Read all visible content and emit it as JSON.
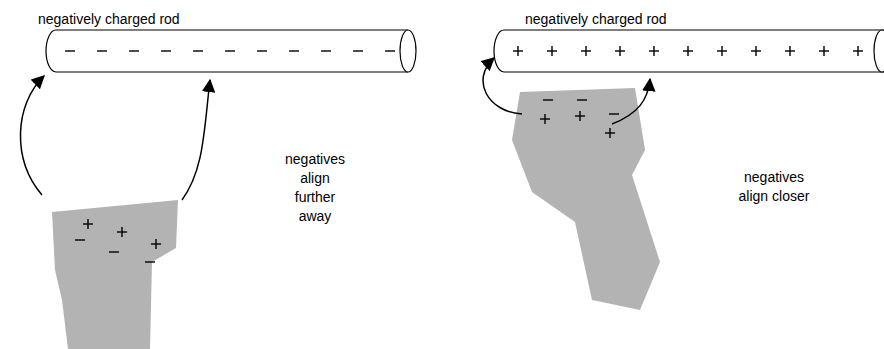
{
  "diagram": {
    "labels": [
      "negatively charged rod",
      "negatives align further away",
      "negatively charged rod",
      "negatives align closer"
    ]
  }
}
